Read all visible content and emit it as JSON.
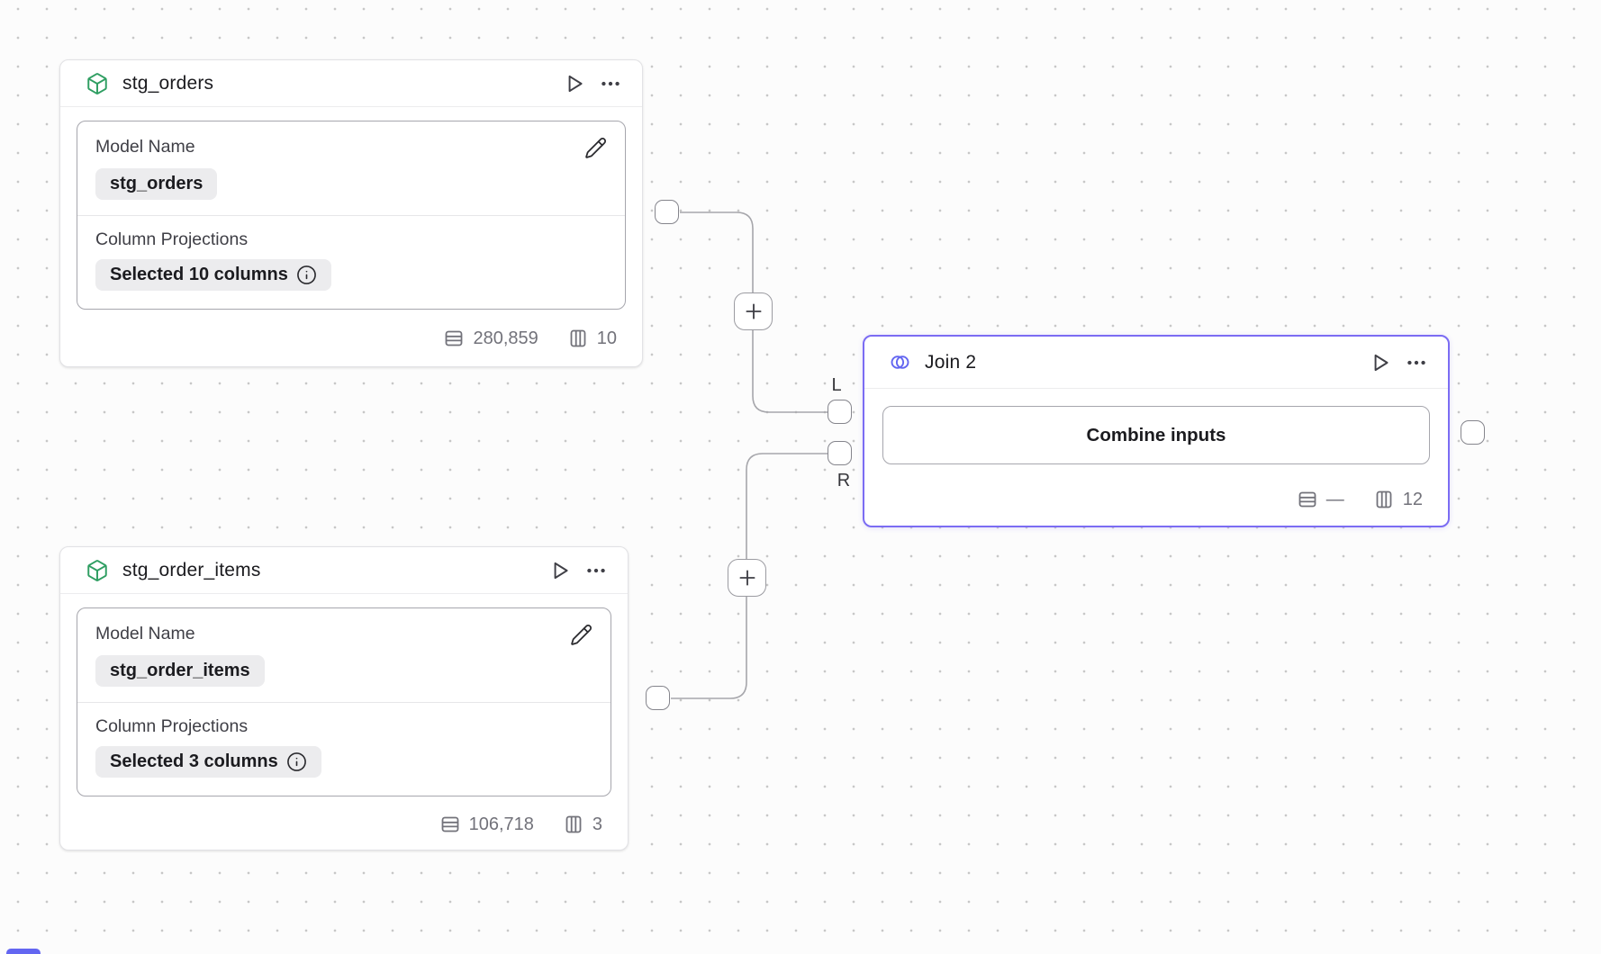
{
  "canvas": {
    "background": "#fcfcfc",
    "dot_color": "#c7c7c7",
    "accent_color": "#7b6cf3",
    "edge_color": "#a6a6ab",
    "model_icon_color": "#2f9e62",
    "join_icon_color": "#6366f1"
  },
  "nodes": {
    "stg_orders": {
      "type": "model",
      "title": "stg_orders",
      "fields": {
        "model_name": {
          "label": "Model Name",
          "value": "stg_orders"
        },
        "column_projections": {
          "label": "Column Projections",
          "value": "Selected 10 columns"
        }
      },
      "stats": {
        "rows": "280,859",
        "columns": "10"
      }
    },
    "stg_order_items": {
      "type": "model",
      "title": "stg_order_items",
      "fields": {
        "model_name": {
          "label": "Model Name",
          "value": "stg_order_items"
        },
        "column_projections": {
          "label": "Column Projections",
          "value": "Selected 3 columns"
        }
      },
      "stats": {
        "rows": "106,718",
        "columns": "3"
      }
    },
    "join_2": {
      "type": "join",
      "title": "Join 2",
      "action_label": "Combine inputs",
      "stats": {
        "rows": "—",
        "columns": "12"
      },
      "ports": {
        "left_label": "L",
        "right_label": "R"
      }
    }
  },
  "icons": {
    "model": "cube-icon",
    "join": "venn-circles-icon",
    "run": "play-icon",
    "menu": "ellipsis-icon",
    "edit": "pencil-icon",
    "info": "info-icon",
    "rows": "table-rows-icon",
    "columns": "table-columns-icon",
    "add": "plus-icon"
  }
}
